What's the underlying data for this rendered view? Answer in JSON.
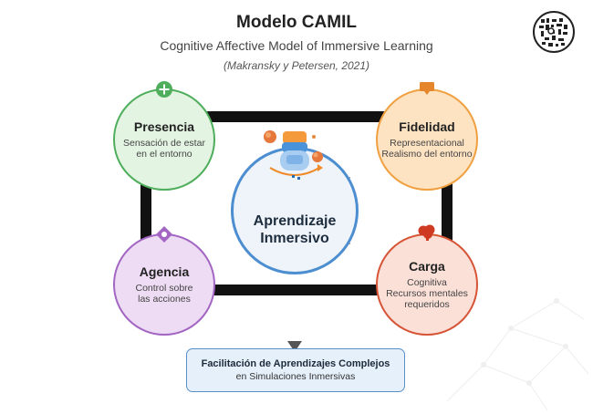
{
  "header": {
    "title": "Modelo CAMIL",
    "subtitle": "Cognitive Affective Model of Immersive Learning",
    "citation": "(Makransky y Petersen, 2021)"
  },
  "center": {
    "title_line1": "Aprendizaje",
    "title_line2": "Inmersivo"
  },
  "nodes": {
    "presencia": {
      "title": "Presencia",
      "line1": "Sensación de estar",
      "line2": "en el entorno",
      "color": "#4fae5b"
    },
    "fidelidad": {
      "title": "Fidelidad",
      "line1": "Representacional",
      "line2": "Realismo del entorno",
      "color": "#f0a040"
    },
    "agencia": {
      "title": "Agencia",
      "line1": "Control sobre",
      "line2": "las acciones",
      "color": "#a366c3"
    },
    "carga": {
      "title": "Carga",
      "line1": "Cognitiva",
      "line2": "Recursos mentales",
      "line3": "requeridos",
      "color": "#d65537"
    }
  },
  "result": {
    "line1": "Facilitación de Aprendizajes Complejos",
    "line2": "en Simulaciones Inmersivas"
  },
  "colors": {
    "center_border": "#4d8ed1",
    "connector": "#111111",
    "arrow": "#555555"
  }
}
